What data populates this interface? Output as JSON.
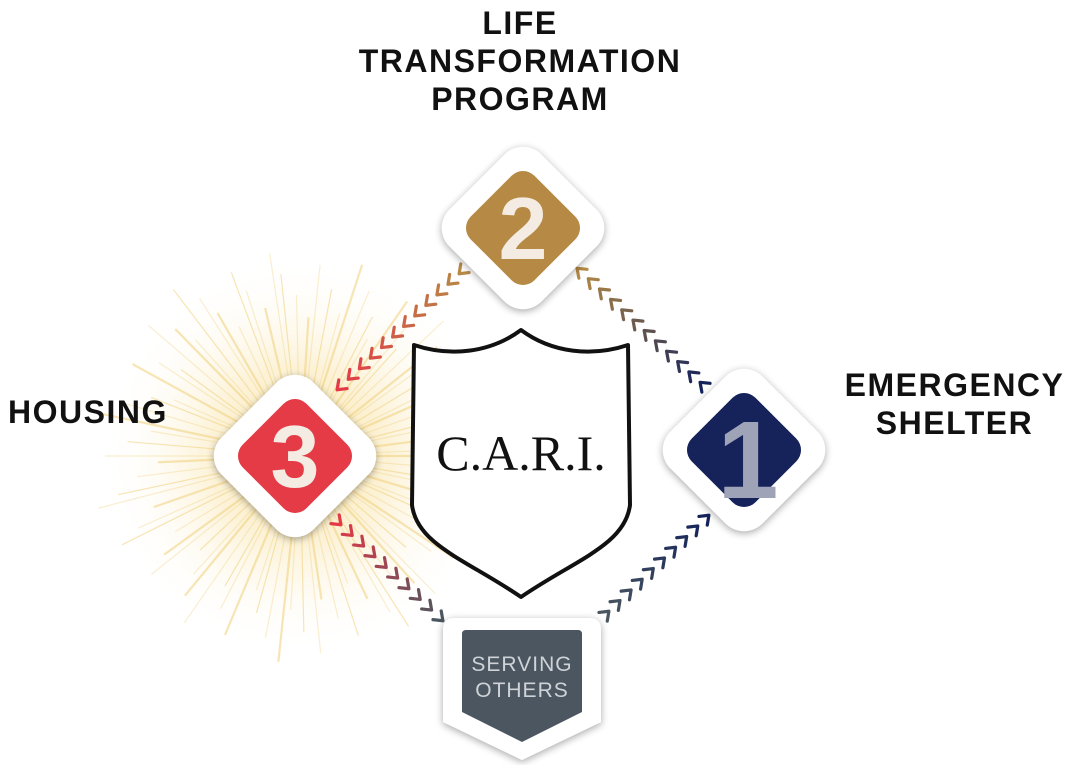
{
  "labels": {
    "life_transformation": [
      "LIFE",
      "TRANSFORMATION",
      "PROGRAM"
    ],
    "housing": [
      "HOUSING"
    ],
    "emergency_shelter": [
      "EMERGENCY",
      "SHELTER"
    ]
  },
  "nodes": {
    "step_1": {
      "number": "1",
      "color": "#13225a"
    },
    "step_2": {
      "number": "2",
      "color": "#b68a45"
    },
    "step_3": {
      "number": "3",
      "color": "#e43a47"
    },
    "serving": {
      "lines": [
        "SERVING",
        "OTHERS"
      ],
      "color": "#4b5660"
    }
  },
  "shield": {
    "text": "C.A.R.I."
  },
  "colors": {
    "burst": "#f0cf7a",
    "text": "#111111",
    "number_1": "#9fa3b8",
    "number_2_3": "#f4ece2"
  }
}
